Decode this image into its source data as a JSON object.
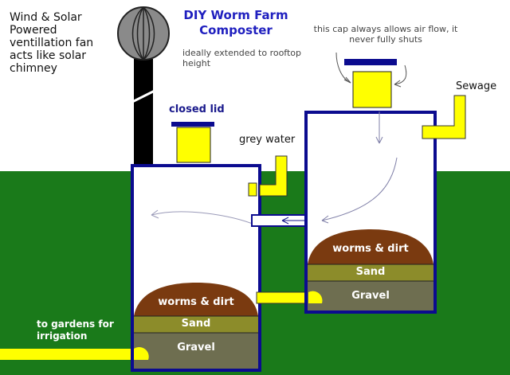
{
  "title_line1": "DIY Worm Farm",
  "title_line2": "Composter",
  "fan_note": [
    "Wind & Solar",
    "Powered",
    "ventillation fan",
    "acts like solar",
    "chimney"
  ],
  "rooftop_note": [
    "ideally extended to rooftop",
    "height"
  ],
  "cap_note": [
    "this cap always allows air flow, it",
    "never fully shuts"
  ],
  "sewage_label": "Sewage",
  "closed_lid_label": "closed lid",
  "grey_water_label": "grey water",
  "irrigation_label": [
    "to gardens for",
    "irrigation"
  ],
  "left_bin": {
    "layers": [
      "worms & dirt",
      "Sand",
      "Gravel"
    ]
  },
  "right_bin": {
    "layers": [
      "worms & dirt",
      "Sand",
      "Gravel"
    ]
  },
  "colors": {
    "sky": "#ffffff",
    "ground": "#1a7a1a",
    "bin_outline": "#0b0b8f",
    "pipe": "#ffff00",
    "worms_dirt": "#7a3a10",
    "sand": "#8c8c2a",
    "gravel": "#6e6e50",
    "chimney": "#000000",
    "fan": "#8a8a8a"
  }
}
